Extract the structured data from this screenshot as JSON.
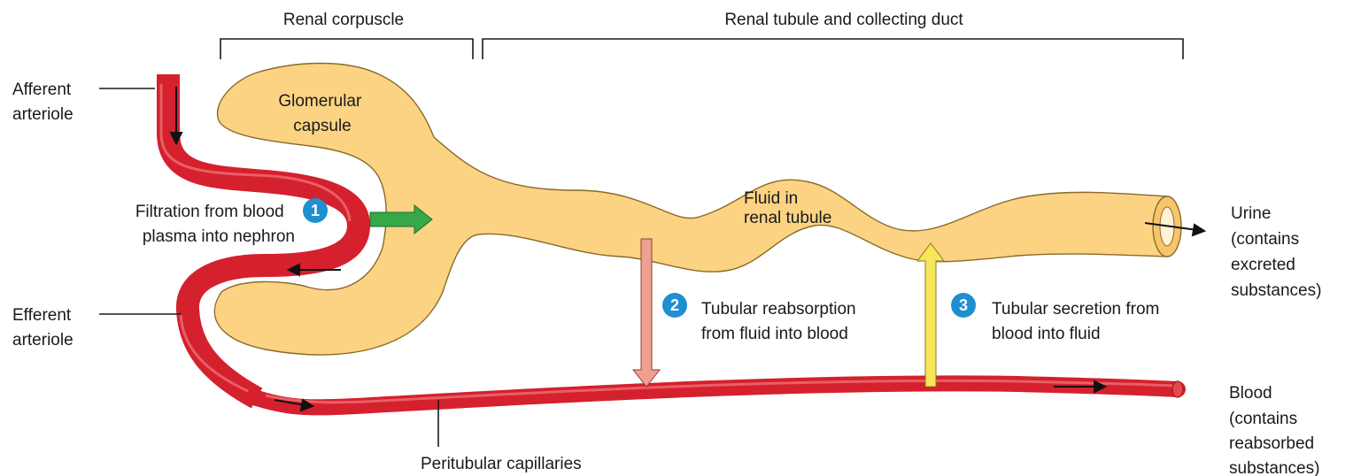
{
  "header": {
    "renal_corpuscle": "Renal corpuscle",
    "renal_tubule": "Renal tubule and collecting duct"
  },
  "labels": {
    "afferent": [
      "Afferent",
      "arteriole"
    ],
    "efferent": [
      "Efferent",
      "arteriole"
    ],
    "glomerular_capsule": [
      "Glomerular",
      "capsule"
    ],
    "fluid_in_tubule": [
      "Fluid in",
      "renal tubule"
    ],
    "peritubular": "Peritubular capillaries",
    "urine": [
      "Urine",
      "(contains",
      "excreted",
      "substances)"
    ],
    "blood": [
      "Blood",
      "(contains",
      "reabsorbed",
      "substances)"
    ]
  },
  "steps": [
    {
      "number": "1",
      "lines": [
        "Filtration from blood",
        "plasma into nephron"
      ]
    },
    {
      "number": "2",
      "lines": [
        "Tubular reabsorption",
        "from fluid into blood"
      ]
    },
    {
      "number": "3",
      "lines": [
        "Tubular secretion from",
        "blood into fluid"
      ]
    }
  ],
  "colors": {
    "vessel": "#d5202e",
    "vessel_highlight": "#f07a7a",
    "tubule": "#fbd383",
    "tubule_outline": "#8a6a2a",
    "filtration_arrow": "#35a847",
    "reabsorption_arrow": "#f0a090",
    "secretion_arrow": "#f7e55a",
    "step_badge": "#1e8fd0"
  }
}
